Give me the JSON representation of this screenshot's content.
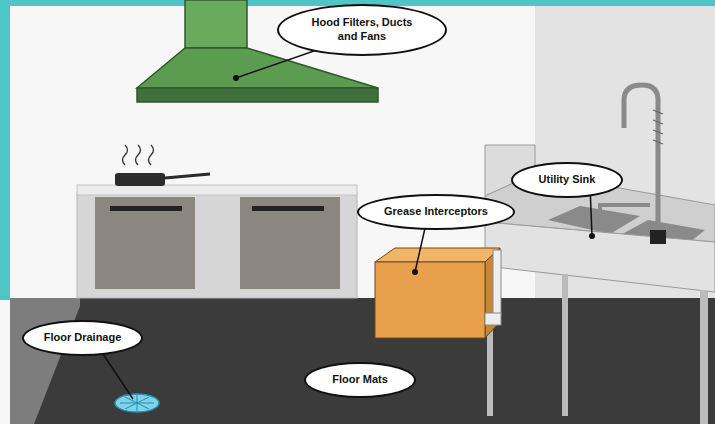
{
  "diagram": {
    "nodes": [
      {
        "text": [
          "Hood Filters, Ducts and Fans"
        ]
      },
      {
        "text": [
          "Utility Sink"
        ]
      },
      {
        "text": [
          "Grease Interceptors"
        ]
      },
      {
        "text": [
          "Floor Drainage"
        ]
      },
      {
        "text": [
          "Floor Mats"
        ]
      }
    ]
  }
}
